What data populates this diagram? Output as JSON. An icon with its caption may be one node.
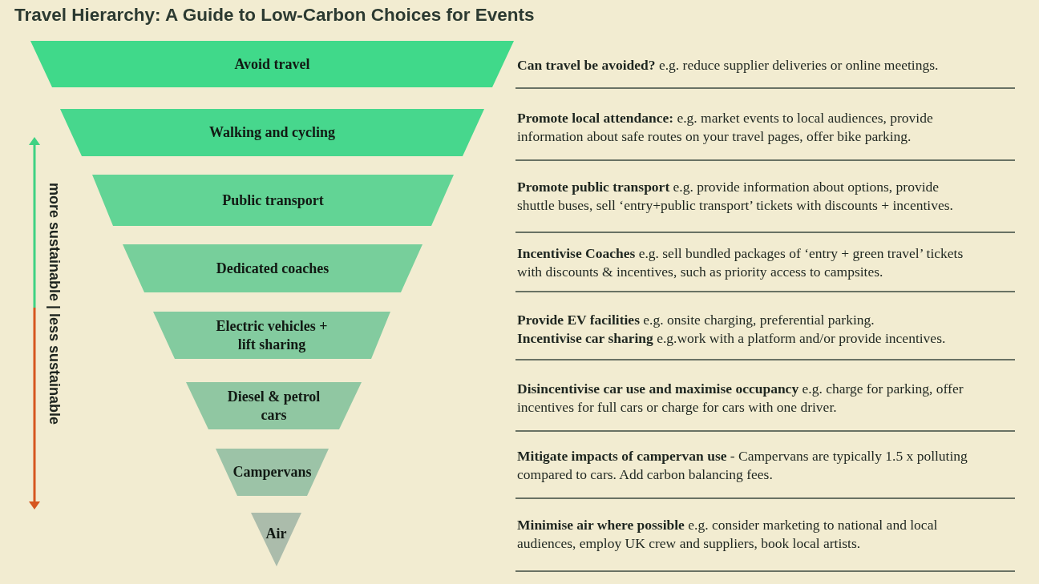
{
  "diagram": {
    "title": "Travel Hierarchy: A Guide to Low-Carbon Choices for Events",
    "nodes": [
      {
        "text": [
          "Avoid travel"
        ]
      },
      {
        "text": [
          "Walking and cycling"
        ]
      },
      {
        "text": [
          "Public transport"
        ]
      },
      {
        "text": [
          "Dedicated coaches"
        ]
      },
      {
        "text": [
          "Electric vehicles + lift sharing"
        ]
      },
      {
        "text": [
          "Diesel & petrol cars"
        ]
      },
      {
        "text": [
          "Campervans"
        ]
      },
      {
        "text": [
          "Air"
        ]
      }
    ],
    "labels": [
      "more sustainable | less sustainable",
      "**Can travel be avoided?** e.g. reduce supplier deliveries or online meetings.",
      "**Promote local attendance:** e.g. market events to local audiences, provide information about safe routes on your travel pages, offer bike parking.",
      "**Promote public transport** e.g. provide information about options, provide shuttle buses, sell ‘entry+public transport’ tickets with discounts + incentives.",
      "**Incentivise Coaches** e.g. sell bundled packages of ‘entry + green travel’ tickets with discounts & incentives, such as priority access to campsites.",
      "**Provide EV facilities** e.g. onsite charging, preferential parking.",
      "**Incentivise car sharing** e.g.work with a platform and/or provide incentives.",
      "**Disincentivise car use and maximise occupancy** e.g. charge for parking, offer incentives for full cars or charge for cars with one driver.",
      "**Mitigate impacts of campervan use** - Campervans are typically 1.5 x polluting compared to cars. Add carbon balancing fees.",
      "**Minimise air where possible** e.g. consider marketing to national and local audiences, employ UK crew and suppliers, book local artists."
    ]
  }
}
